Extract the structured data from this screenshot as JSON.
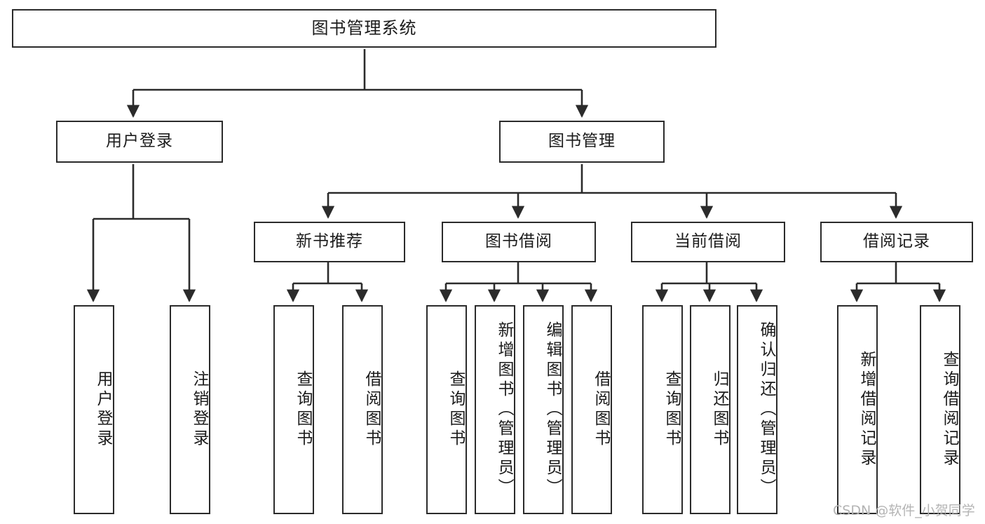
{
  "diagram": {
    "type": "tree",
    "title": "图书管理系统",
    "orientation": "top-down",
    "style": {
      "box_fill": "#ffffff",
      "box_border": "#2b2b2b",
      "connector": "#2b2b2b",
      "text": "#1b1b1b",
      "watermark_color": "#b4b4b4"
    },
    "levels": {
      "root": {
        "label": "图书管理系统"
      },
      "level2": [
        {
          "id": "user-login",
          "label": "用户登录"
        },
        {
          "id": "book-manage",
          "label": "图书管理"
        }
      ],
      "level3": [
        {
          "id": "new-book-rec",
          "label": "新书推荐",
          "parent": "book-manage"
        },
        {
          "id": "book-borrow",
          "label": "图书借阅",
          "parent": "book-manage"
        },
        {
          "id": "current-borrow",
          "label": "当前借阅",
          "parent": "book-manage"
        },
        {
          "id": "borrow-record",
          "label": "借阅记录",
          "parent": "book-manage"
        }
      ],
      "leaves": [
        {
          "id": "leaf-user-login",
          "label": "用户登录",
          "parent": "user-login"
        },
        {
          "id": "leaf-logout-login",
          "label": "注销登录",
          "parent": "user-login"
        },
        {
          "id": "leaf-query-book-1",
          "label": "查询图书",
          "parent": "new-book-rec"
        },
        {
          "id": "leaf-borrow-book-1",
          "label": "借阅图书",
          "parent": "new-book-rec"
        },
        {
          "id": "leaf-query-book-2",
          "label": "查询图书",
          "parent": "book-borrow"
        },
        {
          "id": "leaf-add-book",
          "label": "新增图书（管理员）",
          "parent": "book-borrow"
        },
        {
          "id": "leaf-edit-book",
          "label": "编辑图书（管理员）",
          "parent": "book-borrow"
        },
        {
          "id": "leaf-borrow-book-2",
          "label": "借阅图书",
          "parent": "book-borrow"
        },
        {
          "id": "leaf-query-book-3",
          "label": "查询图书",
          "parent": "current-borrow"
        },
        {
          "id": "leaf-return-book",
          "label": "归还图书",
          "parent": "current-borrow"
        },
        {
          "id": "leaf-confirm-return",
          "label": "确认归还（管理员）",
          "parent": "current-borrow"
        },
        {
          "id": "leaf-add-record",
          "label": "新增借阅记录",
          "parent": "borrow-record"
        },
        {
          "id": "leaf-query-record",
          "label": "查询借阅记录",
          "parent": "borrow-record"
        }
      ]
    },
    "watermark": "CSDN @软件_小贺同学"
  }
}
